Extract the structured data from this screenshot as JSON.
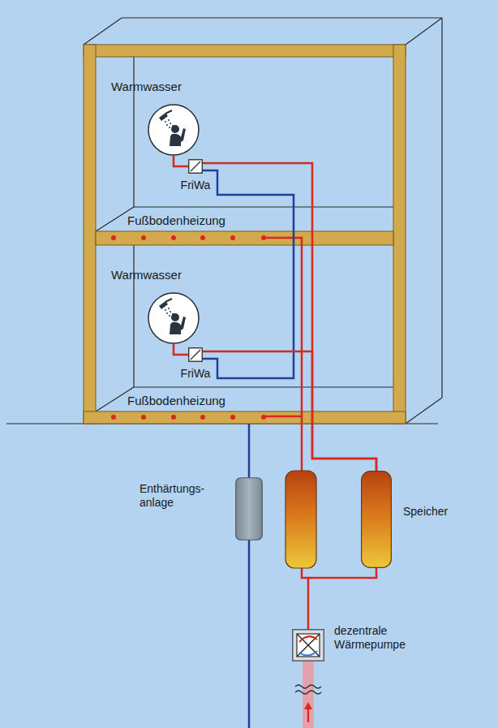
{
  "diagram": {
    "nodes": [
      {
        "text": [
          "Warmwasser"
        ]
      },
      {
        "text": [
          "FriWa"
        ]
      },
      {
        "text": [
          "Fußbodenheizung"
        ]
      },
      {
        "text": [
          "Warmwasser"
        ]
      },
      {
        "text": [
          "FriWa"
        ]
      },
      {
        "text": [
          "Fußbodenheizung"
        ]
      },
      {
        "text": [
          "Enthärtungs- anlage"
        ]
      },
      {
        "text": [
          "Speicher"
        ]
      },
      {
        "text": [
          "dezentrale Wärmepumpe"
        ]
      }
    ],
    "edges": [
      {
        "from": 0,
        "to": 1,
        "arrow": "none"
      },
      {
        "from": 1,
        "to": 7,
        "arrow": "none"
      },
      {
        "from": 3,
        "to": 4,
        "arrow": "none"
      },
      {
        "from": 4,
        "to": 7,
        "arrow": "none"
      },
      {
        "from": 8,
        "to": 7,
        "arrow": "none"
      }
    ]
  }
}
